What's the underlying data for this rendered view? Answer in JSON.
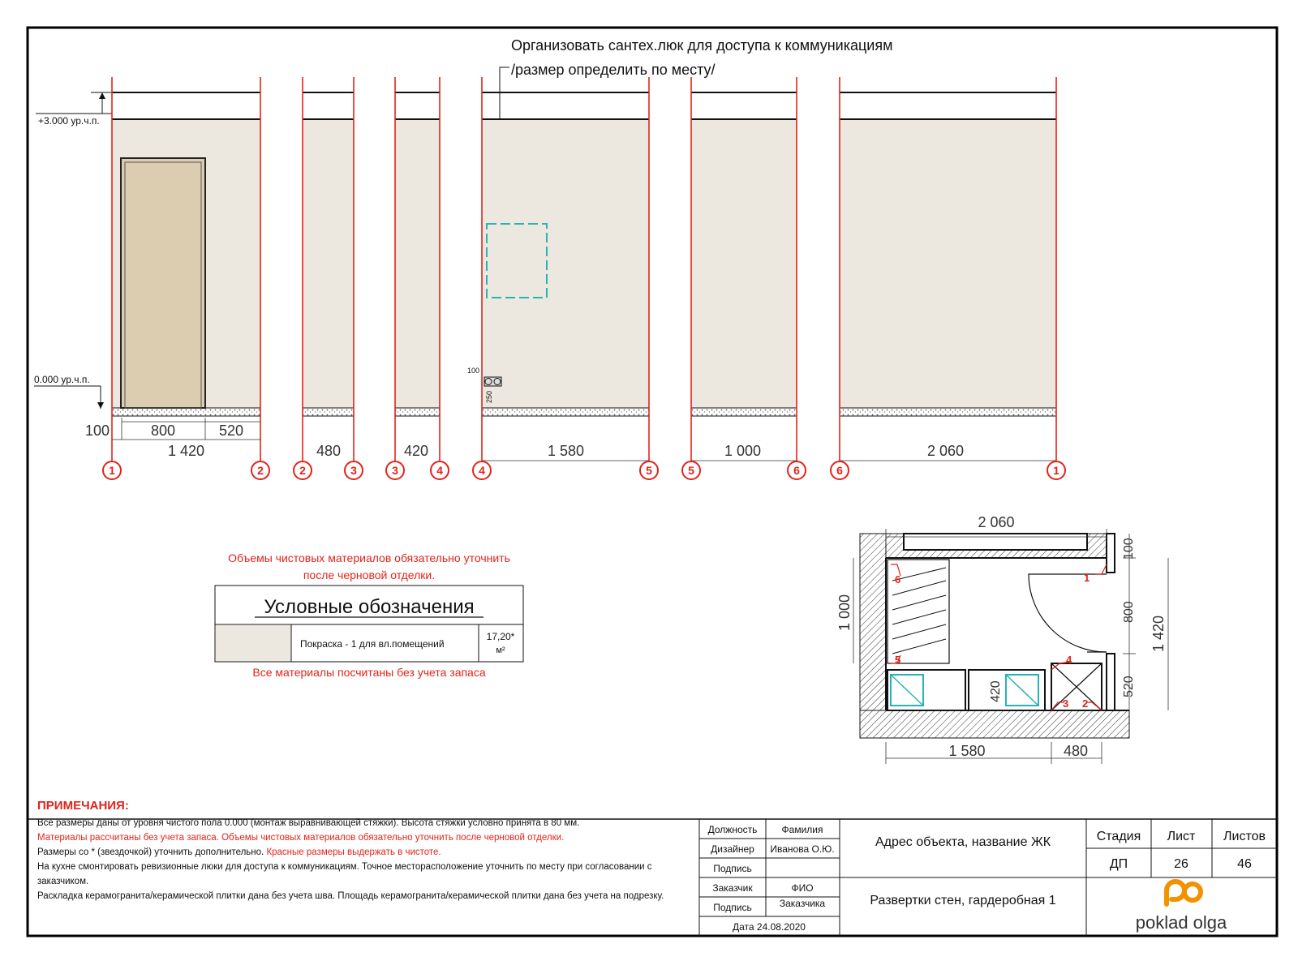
{
  "note_top": {
    "line1": "Организовать сантех.люк для доступа к коммуникациям",
    "line2": "/размер определить по месту/"
  },
  "levels": {
    "top": "+3.000 ур.ч.п.",
    "floor": "0.000 ур.ч.п."
  },
  "socket_dims": {
    "a": "100",
    "b": "250"
  },
  "wall_dims": {
    "seg_100": "100",
    "seg_800": "800",
    "seg_520": "520",
    "w1": "1 420",
    "w2": "480",
    "w3": "420",
    "w4": "1 580",
    "w5": "1 000",
    "w6": "2 060"
  },
  "axis_markers": {
    "w1_left": "1",
    "w1_right": "2",
    "w2_left": "2",
    "w2_right": "3",
    "w3_left": "3",
    "w3_right": "4",
    "w4_left": "4",
    "w4_right": "5",
    "w5_left": "5",
    "w5_right": "6",
    "w6_left": "6",
    "w6_right": "1"
  },
  "legend": {
    "warning": "Объемы чистовых материалов обязательно уточнить после черновой отделки.",
    "title": "Условные обозначения",
    "item_label": "Покраска - 1 для вл.помещений",
    "item_value": "17,20*",
    "item_unit": "м²",
    "footer": "Все материалы посчитаны без учета запаса",
    "swatch_color": "#ece8df"
  },
  "plan": {
    "top": "2 060",
    "right_100": "100",
    "right_800": "800",
    "right_520": "520",
    "right_total": "1 420",
    "left_1000": "1 000",
    "inner_420": "420",
    "bottom_1580": "1 580",
    "bottom_480": "480",
    "m1": "1",
    "m2": "2",
    "m3": "3",
    "m4": "4",
    "m5": "5",
    "m6": "6"
  },
  "notes": {
    "title": "ПРИМЕЧАНИЯ:",
    "l1": "Все размеры даны от уровня чистого пола 0.000 (монтаж выравнивающей стяжки). Высота стяжки условно принята в 80 мм.",
    "l2": "Материалы рассчитаны без учета запаса. Объемы чистовых материалов обязательно уточнить после черновой отделки.",
    "l3a": "Размеры со * (звездочкой) уточнить дополнительно.",
    "l3b": "Красные размеры выдержать в чистоте.",
    "l4": "На кухне смонтировать ревизионные люки для доступа к коммуникациям. Точное месторасположение уточнить по месту при согласовании с заказчиком.",
    "l5": "Раскладка керамогранита/керамической плитки дана без учета шва. Площадь керамогранита/керамической плитки дана без учета на подрезку."
  },
  "stamp": {
    "h_position": "Должность",
    "h_surname": "Фамилия",
    "designer": "Дизайнер",
    "designer_name": "Иванова О.Ю.",
    "sign1": "Подпись",
    "customer": "Заказчик",
    "customer_name": "ФИО",
    "sign2": "Подпись",
    "customer_sign": "Заказчика",
    "date": "Дата 24.08.2020",
    "address": "Адрес объекта, название ЖК",
    "sheet_title": "Развертки стен, гардеробная 1",
    "stage_h": "Стадия",
    "sheet_h": "Лист",
    "sheets_h": "Листов",
    "stage": "ДП",
    "sheet_no": "26",
    "sheets_total": "46",
    "logo_text": "poklad olga",
    "logo_color": "#f39200"
  },
  "colors": {
    "axis_red": "#e2231a",
    "wall_fill": "#ece8df",
    "door_fill": "#dccdb1",
    "hatch_cyan": "#2ab3b3"
  }
}
